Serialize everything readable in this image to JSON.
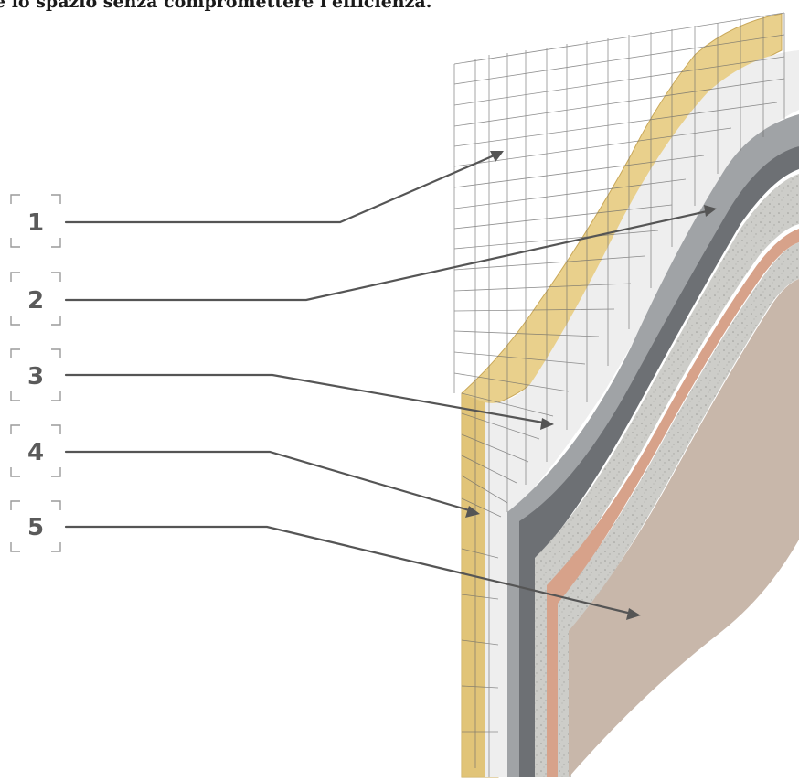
{
  "caption": "e lo spazio senza compromettere l'efficienza.",
  "labels": [
    "1",
    "2",
    "3",
    "4",
    "5"
  ],
  "colors": {
    "insulation": "#e9d08c",
    "insulation_edge": "#c9a85a",
    "plaster_white": "#eeeeee",
    "render_grey": "#a0a3a6",
    "dark_band": "#6d7074",
    "speckled": "#c9c9c5",
    "orange_band": "#d7a28a",
    "finish": "#c8b7aa",
    "mesh": "#6a6a6a",
    "leader": "#555555",
    "bracket": "#9a9a9a"
  }
}
